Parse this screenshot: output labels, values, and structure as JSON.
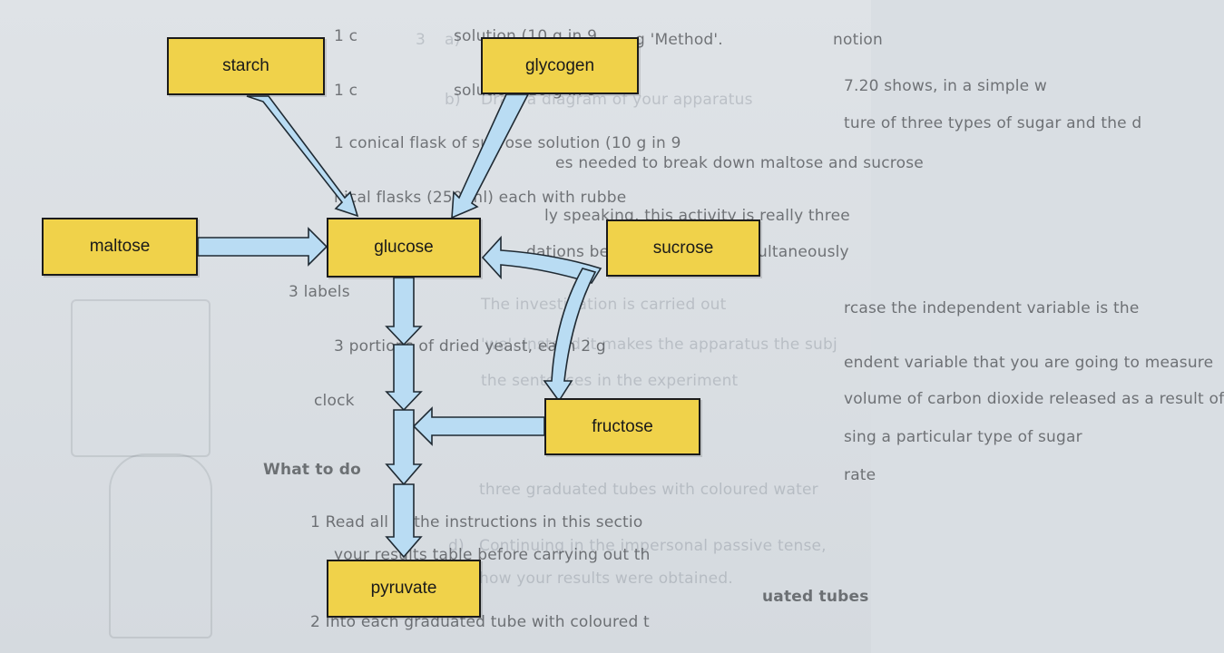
{
  "nodes": {
    "starch": "starch",
    "glycogen": "glycogen",
    "maltose": "maltose",
    "glucose": "glucose",
    "sucrose": "sucrose",
    "fructose": "fructose",
    "pyruvate": "pyruvate"
  },
  "background_text": [
    "1 c",
    "solution (10 g in 9",
    "1 c",
    "solution (10 g in 9",
    "1 conical flask of sucrose solution (10 g in 9",
    "nical flasks (250 ml) each with rubbe",
    "3 labels",
    "3 portions of dried yeast, each 2 g",
    "clock",
    "What to do",
    "1 Read all of the instructions in this sectio",
    "your results table before carrying out th",
    "2 Into each graduated tube with coloured t",
    "3",
    "a)",
    "g 'Method'.",
    "b)",
    "Draw a diagram of your apparatus",
    "7.20 shows, in a simple w",
    "ture of three types of sugar and the d",
    "es needed to break down maltose and sucrose",
    "ly speaking, this activity is really three",
    "dations being carried out simultaneously",
    "rcase the independent variable is the",
    "endent variable that you are going to measure",
    "volume of carbon dioxide released as a result of",
    "sing a particular type of sugar",
    "The investigation is carried out",
    "'we'. Instead it makes the apparatus the subj",
    "the sentences in the experiment",
    "three graduated tubes with coloured water",
    "rate",
    "d)",
    "Continuing in the impersonal passive tense,",
    "how your results were obtained.",
    "uated tubes",
    "notion"
  ]
}
